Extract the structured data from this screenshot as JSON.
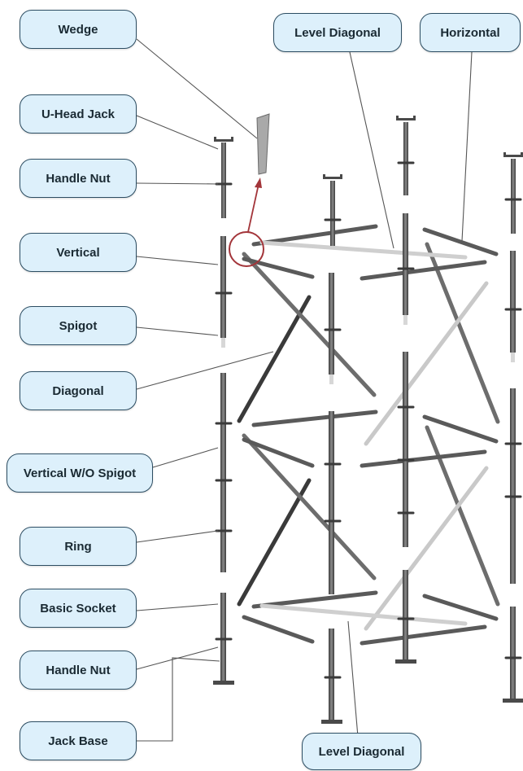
{
  "labels": {
    "wedge": "Wedge",
    "u_head_jack": "U-Head Jack",
    "handle_nut_top": "Handle Nut",
    "vertical": "Vertical",
    "spigot": "Spigot",
    "diagonal": "Diagonal",
    "vertical_wo_spigot": "Vertical W/O Spigot",
    "ring": "Ring",
    "basic_socket": "Basic Socket",
    "handle_nut_bottom": "Handle Nut",
    "jack_base": "Jack Base",
    "level_diagonal_top": "Level Diagonal",
    "horizontal": "Horizontal",
    "level_diagonal_bottom": "Level Diagonal"
  },
  "colors": {
    "label_fill": "#ddf0fb",
    "label_border": "#2d4e63",
    "callout_line": "#555555",
    "highlight": "#a3353a",
    "steel_dark": "#4a4a4a",
    "steel_light": "#c8c8c8"
  }
}
